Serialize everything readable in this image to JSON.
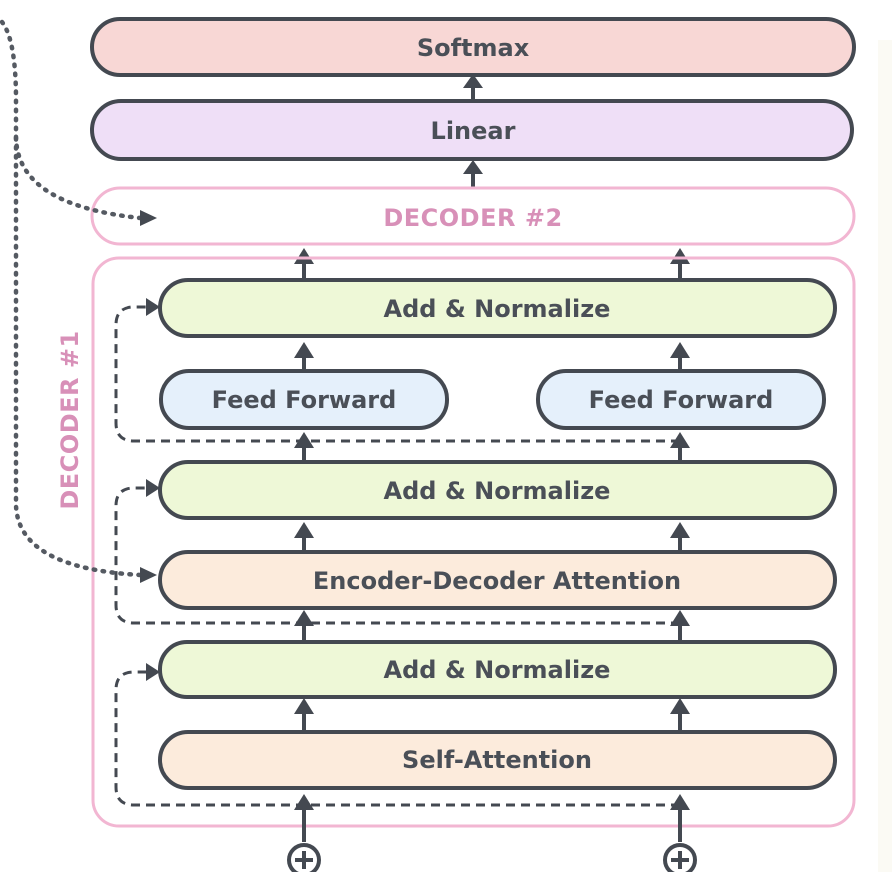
{
  "diagram": {
    "blocks": {
      "softmax": "Softmax",
      "linear": "Linear",
      "decoder2": "DECODER #2",
      "decoder1": "DECODER #1",
      "add_norm_top": "Add & Normalize",
      "ffn_left": "Feed Forward",
      "ffn_right": "Feed Forward",
      "add_norm_mid": "Add & Normalize",
      "enc_dec_attention": "Encoder-Decoder Attention",
      "add_norm_bottom": "Add & Normalize",
      "self_attention": "Self-Attention"
    },
    "colors": {
      "softmax_fill": "#f8d7d5",
      "linear_fill": "#efdff7",
      "add_norm_fill": "#eef8d7",
      "ffn_fill": "#e5f0fb",
      "attention_fill": "#fcebdc",
      "decoder_border": "#f2b6d2",
      "decoder_label": "#d890b8",
      "stroke": "#444951"
    },
    "icons": {
      "positional_input": "plus-circle-icon"
    }
  }
}
